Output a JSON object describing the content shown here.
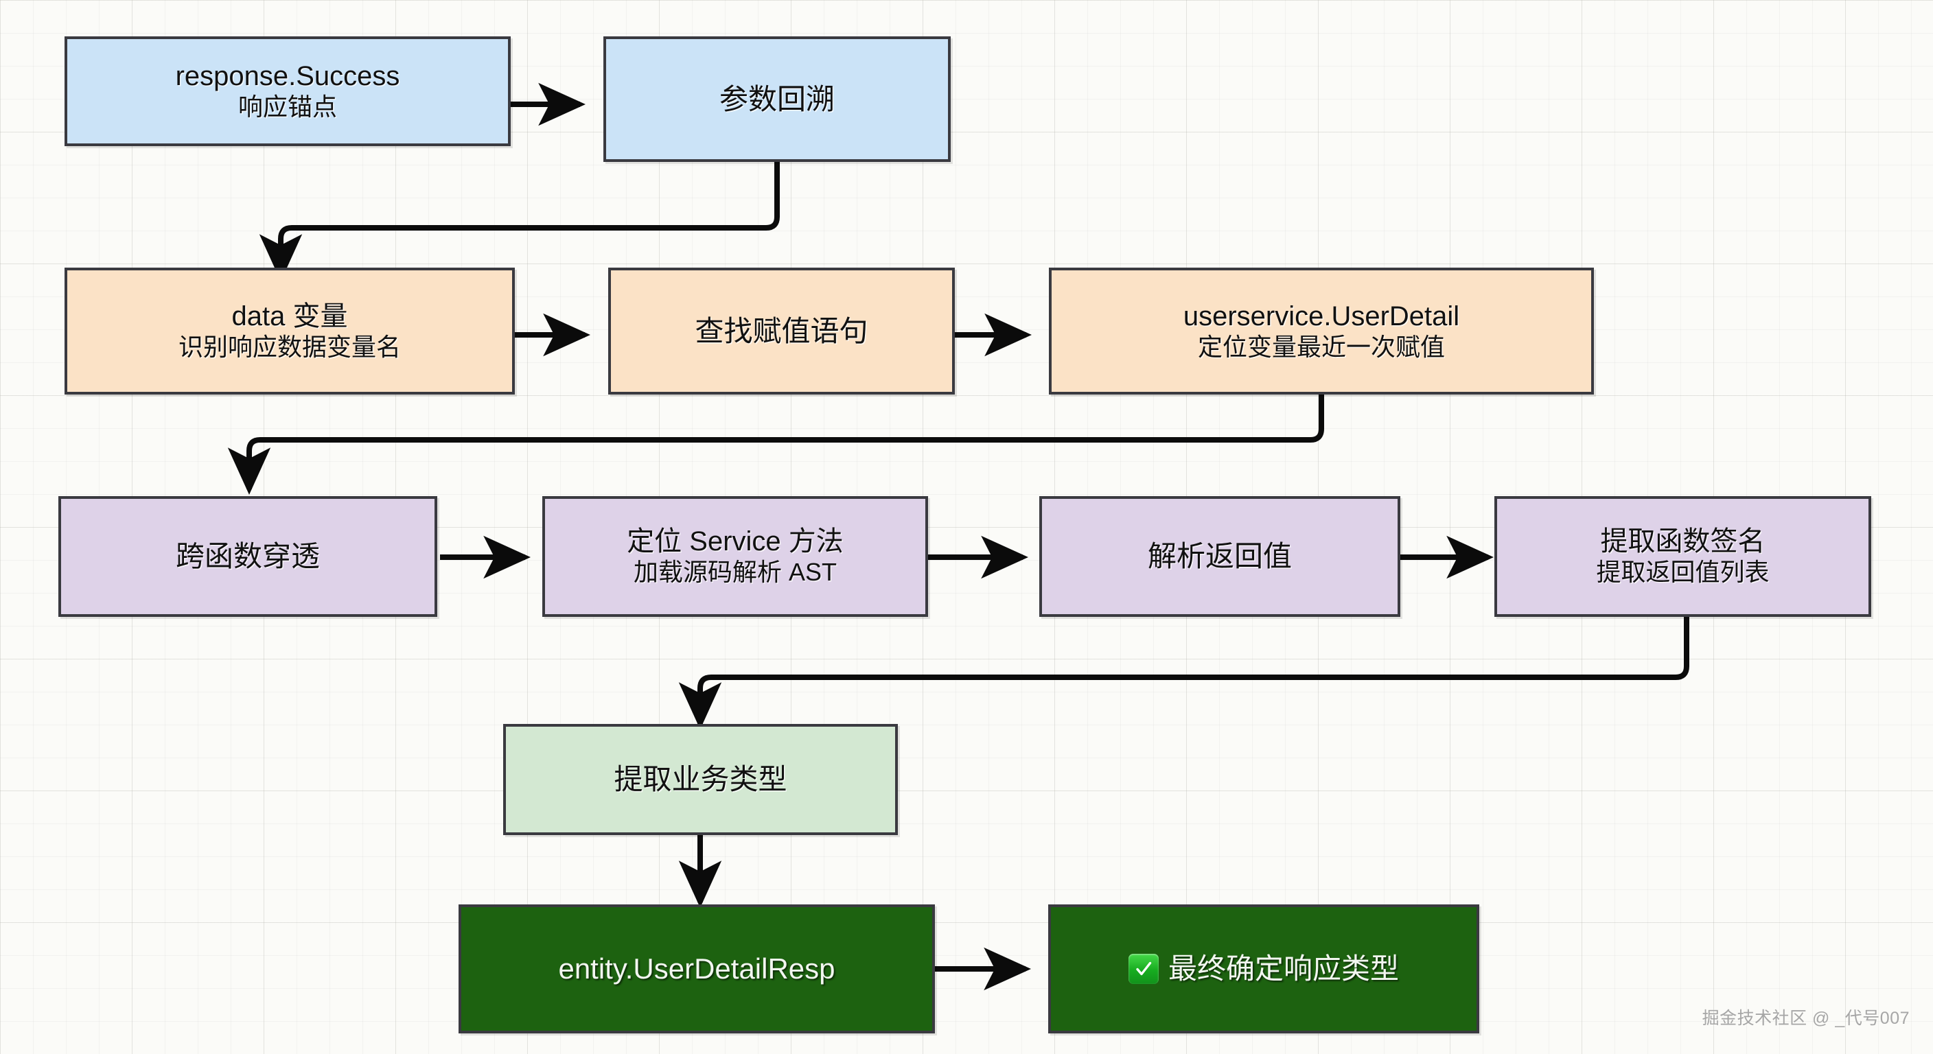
{
  "diagram": {
    "title_watermark": "掘金技术社区 @ _代号007",
    "palette": {
      "blue": "#cbe3f7",
      "orange": "#fbe2c6",
      "purple": "#ded2e8",
      "light_green": "#d3e8d2",
      "dark_green": "#1d6210",
      "border": "#3a3a40",
      "edge": "#0b0b0b",
      "background": "#fbfbf8",
      "grid": "#aaaaa0"
    },
    "nodes": [
      {
        "id": "response_success",
        "line1": "response.Success",
        "line2": "响应锚点",
        "color": "blue"
      },
      {
        "id": "param_backtrack",
        "line1": "参数回溯",
        "line2": "",
        "color": "blue"
      },
      {
        "id": "data_var",
        "line1": "data 变量",
        "line2": "识别响应数据变量名",
        "color": "orange"
      },
      {
        "id": "find_assignment",
        "line1": "查找赋值语句",
        "line2": "",
        "color": "orange"
      },
      {
        "id": "userservice_userdetail",
        "line1": "userservice.UserDetail",
        "line2": "定位变量最近一次赋值",
        "color": "orange"
      },
      {
        "id": "cross_function",
        "line1": "跨函数穿透",
        "line2": "",
        "color": "purple"
      },
      {
        "id": "locate_service_method",
        "line1": "定位 Service 方法",
        "line2": "加载源码解析 AST",
        "color": "purple"
      },
      {
        "id": "parse_return_value",
        "line1": "解析返回值",
        "line2": "",
        "color": "purple"
      },
      {
        "id": "extract_signature",
        "line1": "提取函数签名",
        "line2": "提取返回值列表",
        "color": "purple"
      },
      {
        "id": "extract_business_type",
        "line1": "提取业务类型",
        "line2": "",
        "color": "light_green"
      },
      {
        "id": "entity_userdetailresp",
        "line1": "entity.UserDetailResp",
        "line2": "",
        "color": "dark_green"
      },
      {
        "id": "final_response_type",
        "line1": "最终确定响应类型",
        "line2": "",
        "color": "dark_green",
        "icon": "check-mark-icon"
      }
    ],
    "edges": [
      {
        "from": "response_success",
        "to": "param_backtrack",
        "style": "straight-right"
      },
      {
        "from": "param_backtrack",
        "to": "data_var",
        "style": "down-left-down"
      },
      {
        "from": "data_var",
        "to": "find_assignment",
        "style": "straight-right"
      },
      {
        "from": "find_assignment",
        "to": "userservice_userdetail",
        "style": "straight-right"
      },
      {
        "from": "userservice_userdetail",
        "to": "cross_function",
        "style": "down-left-down"
      },
      {
        "from": "cross_function",
        "to": "locate_service_method",
        "style": "straight-right"
      },
      {
        "from": "locate_service_method",
        "to": "parse_return_value",
        "style": "straight-right"
      },
      {
        "from": "parse_return_value",
        "to": "extract_signature",
        "style": "straight-right"
      },
      {
        "from": "extract_signature",
        "to": "extract_business_type",
        "style": "down-left-down"
      },
      {
        "from": "extract_business_type",
        "to": "entity_userdetailresp",
        "style": "straight-down"
      },
      {
        "from": "entity_userdetailresp",
        "to": "final_response_type",
        "style": "straight-right"
      }
    ]
  }
}
